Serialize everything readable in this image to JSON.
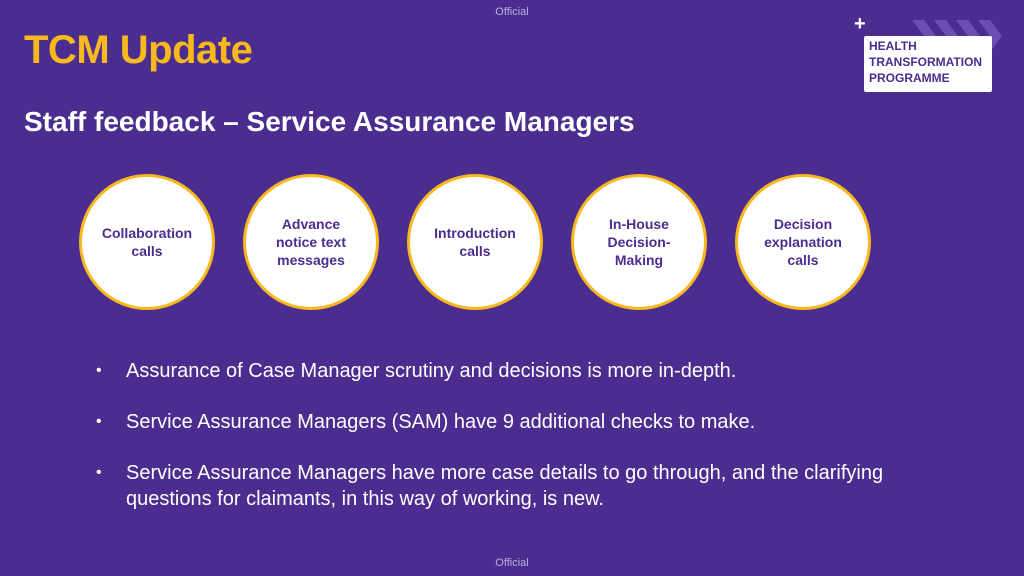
{
  "classification": "Official",
  "title": "TCM Update",
  "subtitle": "Staff feedback – Service Assurance Managers",
  "logo": {
    "lines": [
      "HEALTH",
      "TRANSFORMATION",
      "PROGRAMME"
    ],
    "plus": "+"
  },
  "circles": [
    {
      "label": "Collaboration calls"
    },
    {
      "label": "Advance notice text messages"
    },
    {
      "label": "Introduction calls"
    },
    {
      "label": "In-House Decision-Making"
    },
    {
      "label": "Decision explanation calls"
    }
  ],
  "bullet_symbol": "•",
  "bullets": [
    "Assurance of Case Manager scrutiny and decisions is more in-depth.",
    "Service Assurance Managers (SAM) have 9 additional checks to make.",
    "Service Assurance Managers have more case details to go through, and the clarifying questions for claimants, in this way of working, is new."
  ],
  "colors": {
    "background": "#4b2d8f",
    "accent": "#f7b91e",
    "text": "#ffffff"
  }
}
